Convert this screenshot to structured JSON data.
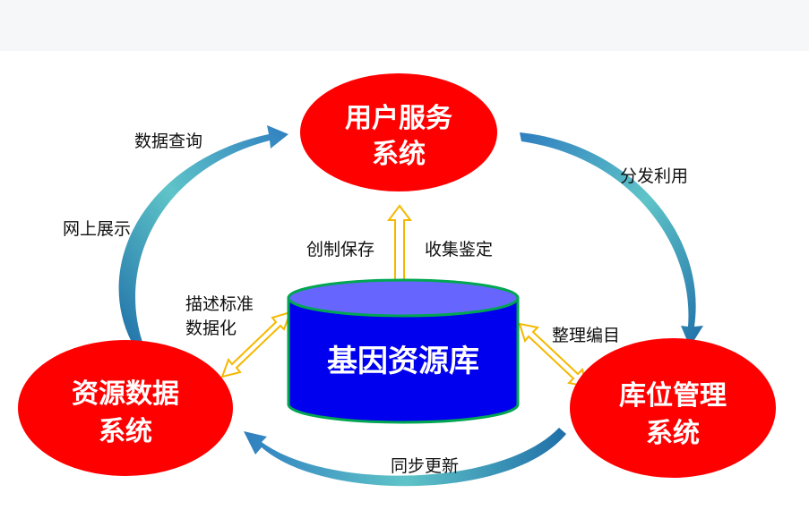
{
  "nodes": {
    "user_service": {
      "line1": "用户服务",
      "line2": "系统"
    },
    "resource_data": {
      "line1": "资源数据",
      "line2": "系统"
    },
    "storage_mgmt": {
      "line1": "库位管理",
      "line2": "系统"
    },
    "gene_bank": "基因资源库"
  },
  "labels": {
    "data_query": "数据查询",
    "web_display": "网上展示",
    "distribute_use": "分发利用",
    "create_save": "创制保存",
    "collect_identify": "收集鉴定",
    "describe_line1": "描述标准",
    "describe_line2": "数据化",
    "organize_catalog": "整理编目",
    "sync_update": "同步更新"
  },
  "colors": {
    "node": "#ff0000",
    "db_body": "#0000ee",
    "db_top": "#6666ff",
    "db_border": "#00a651",
    "arrow": "#f5b800",
    "curve": "#2e8fb0"
  }
}
